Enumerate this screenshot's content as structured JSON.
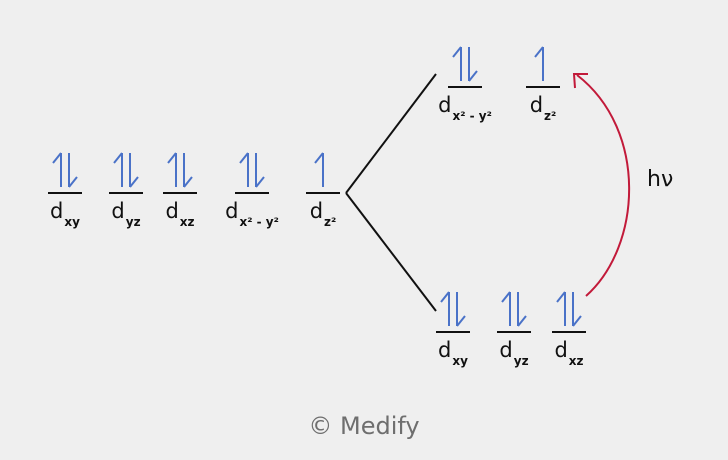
{
  "diagram": {
    "colors": {
      "electron": "#4a72c8",
      "line": "#111111",
      "transition_arrow": "#c21a3a",
      "credit_text": "#6e6e6e",
      "background": "#efefef"
    },
    "degenerate_set": [
      {
        "sym": "d",
        "sub": "xy",
        "electrons": 2
      },
      {
        "sym": "d",
        "sub": "yz",
        "electrons": 2
      },
      {
        "sym": "d",
        "sub": "xz",
        "electrons": 2
      },
      {
        "sym": "d",
        "sub": "x² - y²",
        "electrons": 2
      },
      {
        "sym": "d",
        "sub": "z²",
        "electrons": 1
      }
    ],
    "upper_set": [
      {
        "sym": "d",
        "sub": "x² - y²",
        "electrons": 2
      },
      {
        "sym": "d",
        "sub": "z²",
        "electrons": 1
      }
    ],
    "lower_set": [
      {
        "sym": "d",
        "sub": "xy",
        "electrons": 2
      },
      {
        "sym": "d",
        "sub": "yz",
        "electrons": 2
      },
      {
        "sym": "d",
        "sub": "xz",
        "electrons": 2
      }
    ],
    "transition_label": "hν",
    "credit": "© Medify"
  }
}
